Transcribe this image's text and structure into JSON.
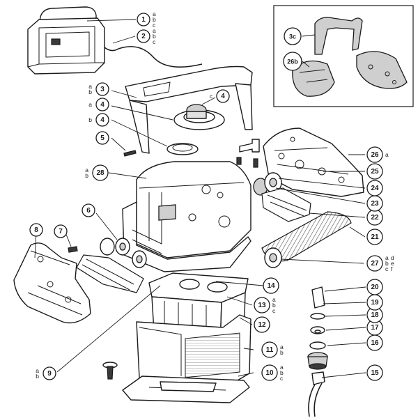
{
  "callouts": [
    {
      "id": "c1",
      "number": "1",
      "subs": [
        "a",
        "b",
        "c"
      ]
    },
    {
      "id": "c2",
      "number": "2",
      "subs": [
        "a",
        "b",
        "c"
      ]
    },
    {
      "id": "c3",
      "number": "3",
      "subs": [
        "a",
        "b"
      ]
    },
    {
      "id": "c4a",
      "number": "4",
      "subs": [
        "c"
      ]
    },
    {
      "id": "c4b",
      "number": "4",
      "subs": [
        "a"
      ]
    },
    {
      "id": "c4c",
      "number": "4",
      "subs": [
        "b"
      ]
    },
    {
      "id": "c5",
      "number": "5",
      "subs": []
    },
    {
      "id": "c6",
      "number": "6",
      "subs": []
    },
    {
      "id": "c7",
      "number": "7",
      "subs": []
    },
    {
      "id": "c8",
      "number": "8",
      "subs": []
    },
    {
      "id": "c9",
      "number": "9",
      "subs": [
        "a",
        "b"
      ]
    },
    {
      "id": "c10",
      "number": "10",
      "subs": [
        "a",
        "b",
        "c"
      ]
    },
    {
      "id": "c11",
      "number": "11",
      "subs": [
        "a",
        "b"
      ]
    },
    {
      "id": "c12",
      "number": "12",
      "subs": []
    },
    {
      "id": "c13",
      "number": "13",
      "subs": [
        "a",
        "b",
        "c"
      ]
    },
    {
      "id": "c14",
      "number": "14",
      "subs": []
    },
    {
      "id": "c15",
      "number": "15",
      "subs": []
    },
    {
      "id": "c16",
      "number": "16",
      "subs": []
    },
    {
      "id": "c17",
      "number": "17",
      "subs": []
    },
    {
      "id": "c18",
      "number": "18",
      "subs": []
    },
    {
      "id": "c19",
      "number": "19",
      "subs": []
    },
    {
      "id": "c20",
      "number": "20",
      "subs": []
    },
    {
      "id": "c21",
      "number": "21",
      "subs": []
    },
    {
      "id": "c22",
      "number": "22",
      "subs": []
    },
    {
      "id": "c23",
      "number": "23",
      "subs": []
    },
    {
      "id": "c24",
      "number": "24",
      "subs": []
    },
    {
      "id": "c25",
      "number": "25",
      "subs": []
    },
    {
      "id": "c26",
      "number": "26",
      "subs": [
        "a"
      ]
    },
    {
      "id": "c27",
      "number": "27",
      "subs": [
        "a",
        "b",
        "c",
        "d",
        "e",
        "f"
      ]
    },
    {
      "id": "c28",
      "number": "28",
      "subs": [
        "a",
        "b"
      ]
    }
  ],
  "inset": {
    "labels": [
      "3c",
      "26b"
    ]
  }
}
